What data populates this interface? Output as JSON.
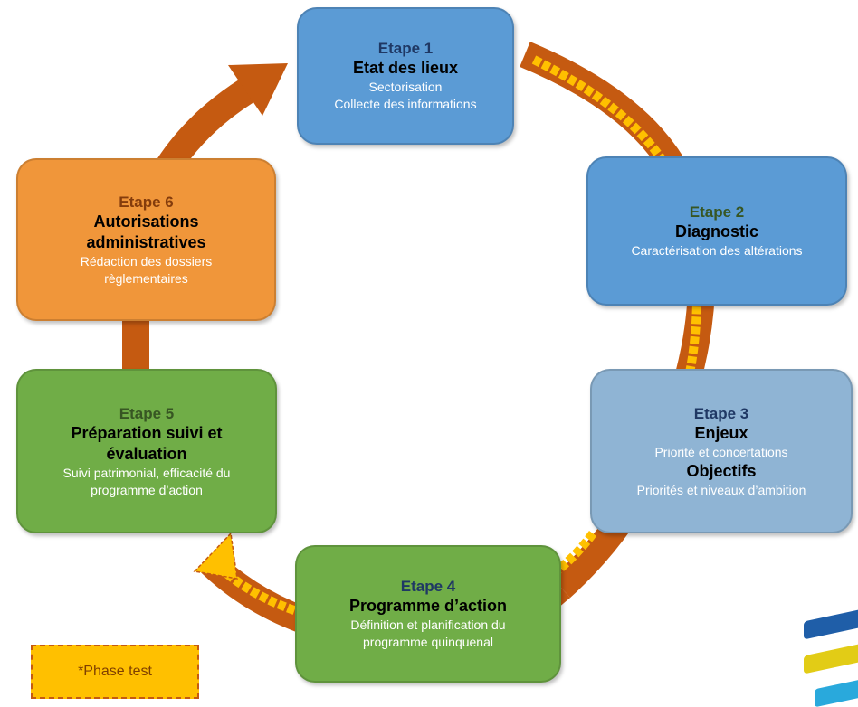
{
  "steps": [
    {
      "label": "Etape 1",
      "title": "Etat des lieux",
      "lines": [
        "Sectorisation",
        "Collecte des informations"
      ]
    },
    {
      "label": "Etape 2",
      "title": "Diagnostic",
      "lines": [
        "Caractérisation des altérations"
      ]
    },
    {
      "label": "Etape 3",
      "title": "Enjeux",
      "desc": "Priorité et concertations",
      "title2": "Objectifs",
      "desc2": "Priorités et niveaux d’ambition"
    },
    {
      "label": "Etape 4",
      "title": "Programme d’action",
      "lines": [
        "Définition et planification du",
        "programme quinquenal"
      ]
    },
    {
      "label": "Etape 5",
      "title_lines": [
        "Préparation suivi et",
        "évaluation"
      ],
      "lines": [
        "Suivi patrimonial, efficacité du",
        "programme d’action"
      ]
    },
    {
      "label": "Etape 6",
      "title_lines": [
        "Autorisations",
        "administratives"
      ],
      "lines": [
        "Rédaction des dossiers",
        "règlementaires"
      ]
    }
  ],
  "legend": {
    "phase_test": "*Phase test"
  },
  "colors": {
    "arrow": "#c55a11",
    "phase_test_fill": "#ffc000",
    "blue_step": "#5b9bd5",
    "light_blue_step": "#8fb4d4",
    "green_step": "#70ad47",
    "orange_step": "#f0963a"
  }
}
